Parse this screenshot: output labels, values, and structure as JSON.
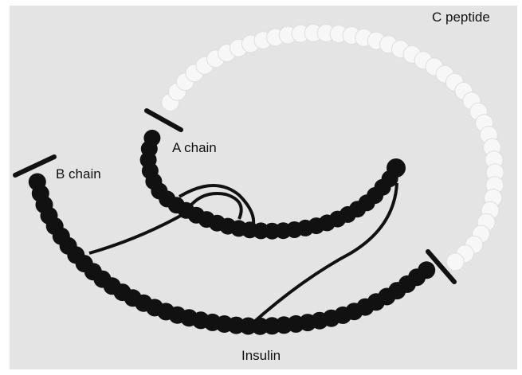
{
  "labels": {
    "c_peptide": "C peptide",
    "a_chain": "A chain",
    "b_chain": "B chain",
    "insulin": "Insulin"
  },
  "colors": {
    "background": "#e4e4e4",
    "chain_beads": "#111111",
    "c_peptide_beads": "#f7f7f7",
    "disulfide_bonds": "#111111"
  }
}
